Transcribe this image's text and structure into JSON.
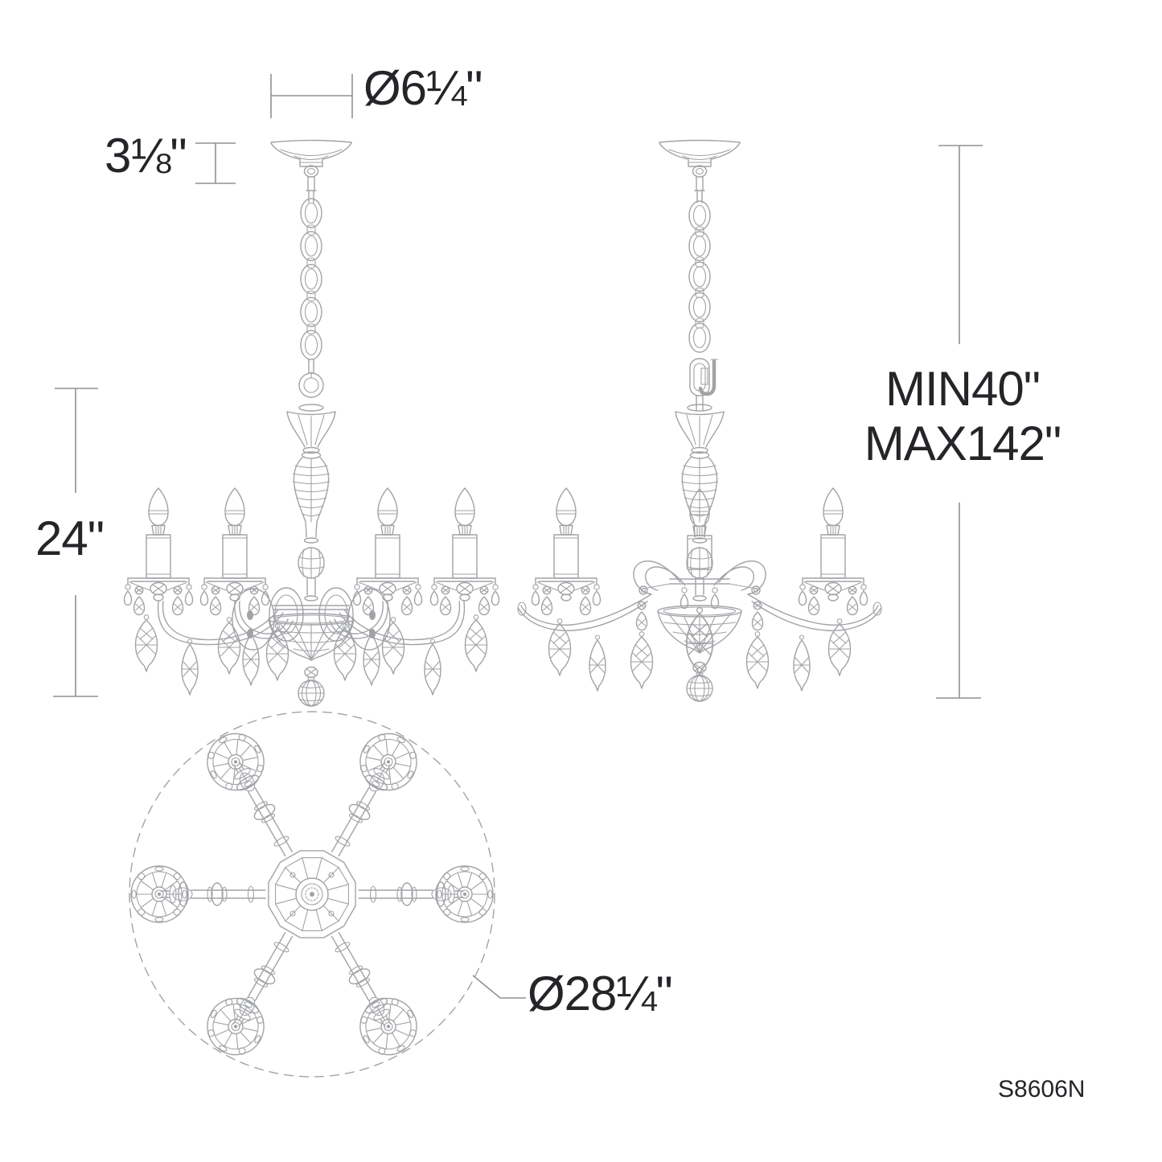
{
  "labels": {
    "canopy_diameter": "Ø6¼\"",
    "canopy_height": "3⅛\"",
    "fixture_height": "24\"",
    "hang_min": "MIN40\"",
    "hang_max": "MAX142\"",
    "fixture_diameter": "Ø28¼\"",
    "model_number": "S8606N"
  },
  "colors": {
    "drawing_line": "#a1a3a7",
    "dimension_line": "#8f9195",
    "text": "#242528",
    "background": "#ffffff"
  }
}
